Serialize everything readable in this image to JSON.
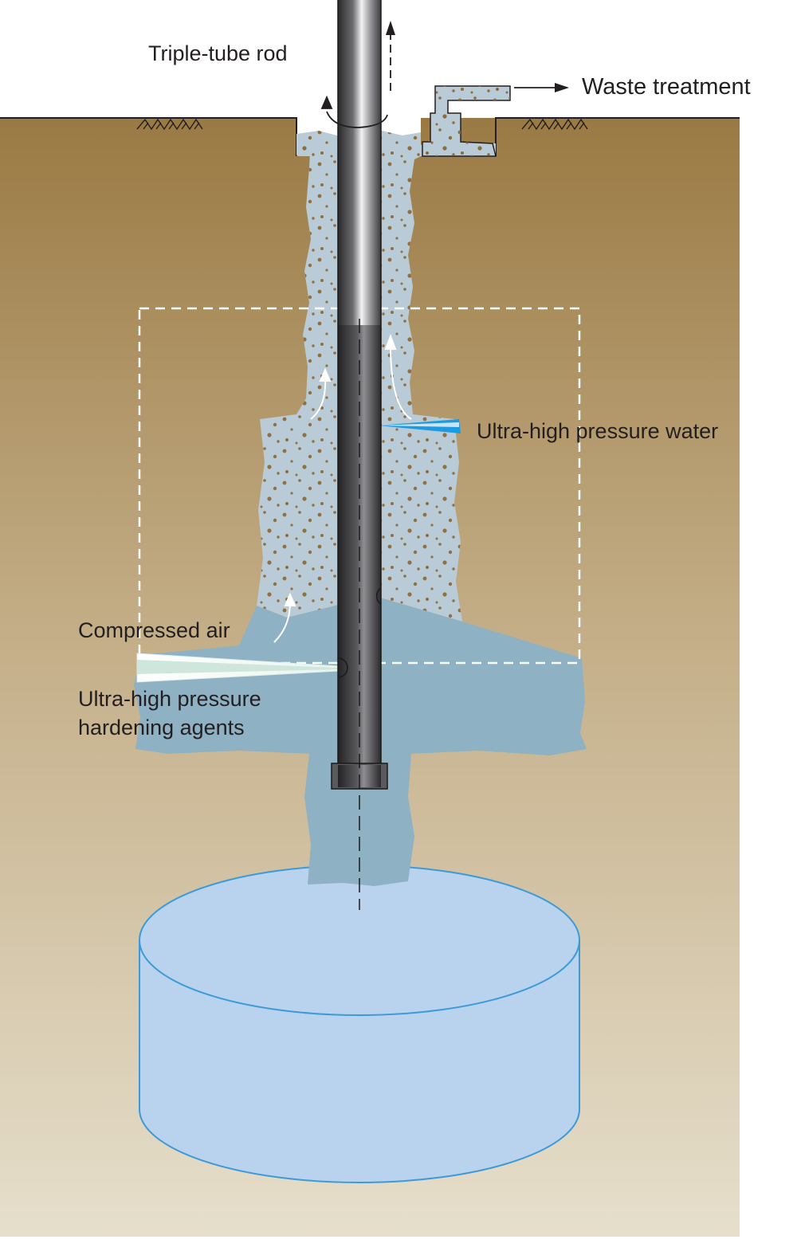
{
  "labels": {
    "rod": "Triple-tube rod",
    "waste": "Waste treatment",
    "water": "Ultra-high pressure water",
    "air": "Compressed air",
    "agents_line1": "Ultra-high pressure",
    "agents_line2": "hardening agents"
  },
  "colors": {
    "soil_top": "#9a7a44",
    "soil_bottom": "#e6dfcc",
    "slurry": "#b9cbd6",
    "grout": "#8fb1c4",
    "column": "#b9d3ee",
    "column_edge": "#3d9ad8",
    "water_jet": "#1e9be0",
    "particle": "#8f6a3a",
    "rod_dark": "#2c2c2e",
    "text": "#231f20"
  },
  "icons": [
    "up-arrow-icon",
    "right-arrow-icon",
    "rotation-arrow-icon",
    "ground-hatch-icon"
  ]
}
